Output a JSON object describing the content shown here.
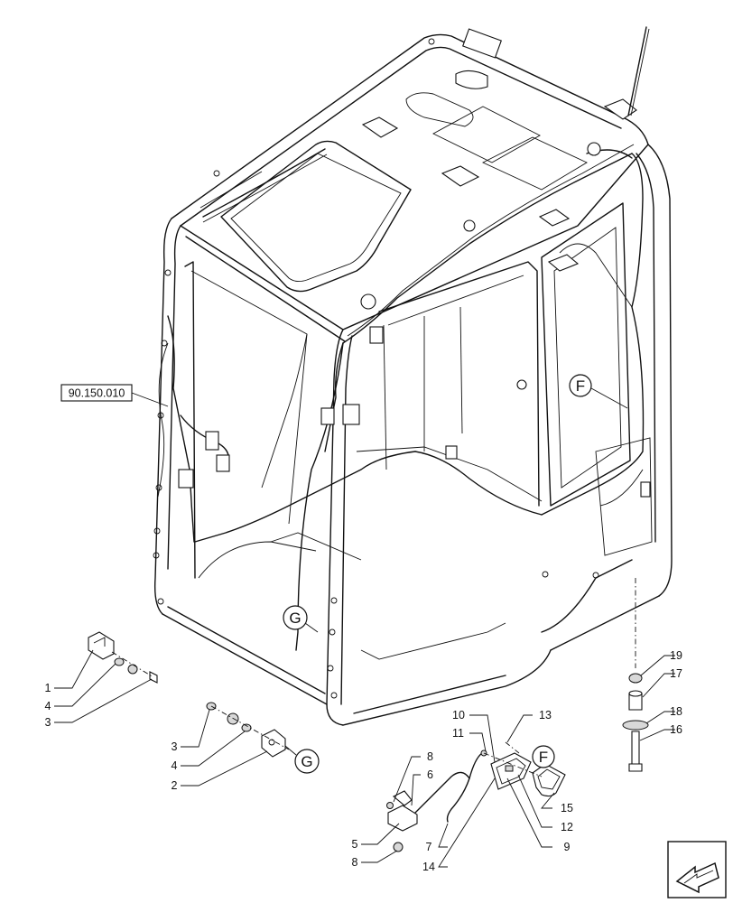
{
  "reference_box": {
    "label": "90.150.010"
  },
  "ref_circles": {
    "f_main": "F",
    "g_main": "G",
    "g_small": "G",
    "f_small": "F"
  },
  "callouts": {
    "n1": "1",
    "n4a": "4",
    "n3a": "3",
    "n3b": "3",
    "n4b": "4",
    "n2": "2",
    "n8a": "8",
    "n6": "6",
    "n5": "5",
    "n8b": "8",
    "n10": "10",
    "n11": "11",
    "n13": "13",
    "n7": "7",
    "n14": "14",
    "n9": "9",
    "n12": "12",
    "n15": "15",
    "n19": "19",
    "n17": "17",
    "n18": "18",
    "n16": "16"
  },
  "icons": {
    "nav": "arrow-icon"
  }
}
